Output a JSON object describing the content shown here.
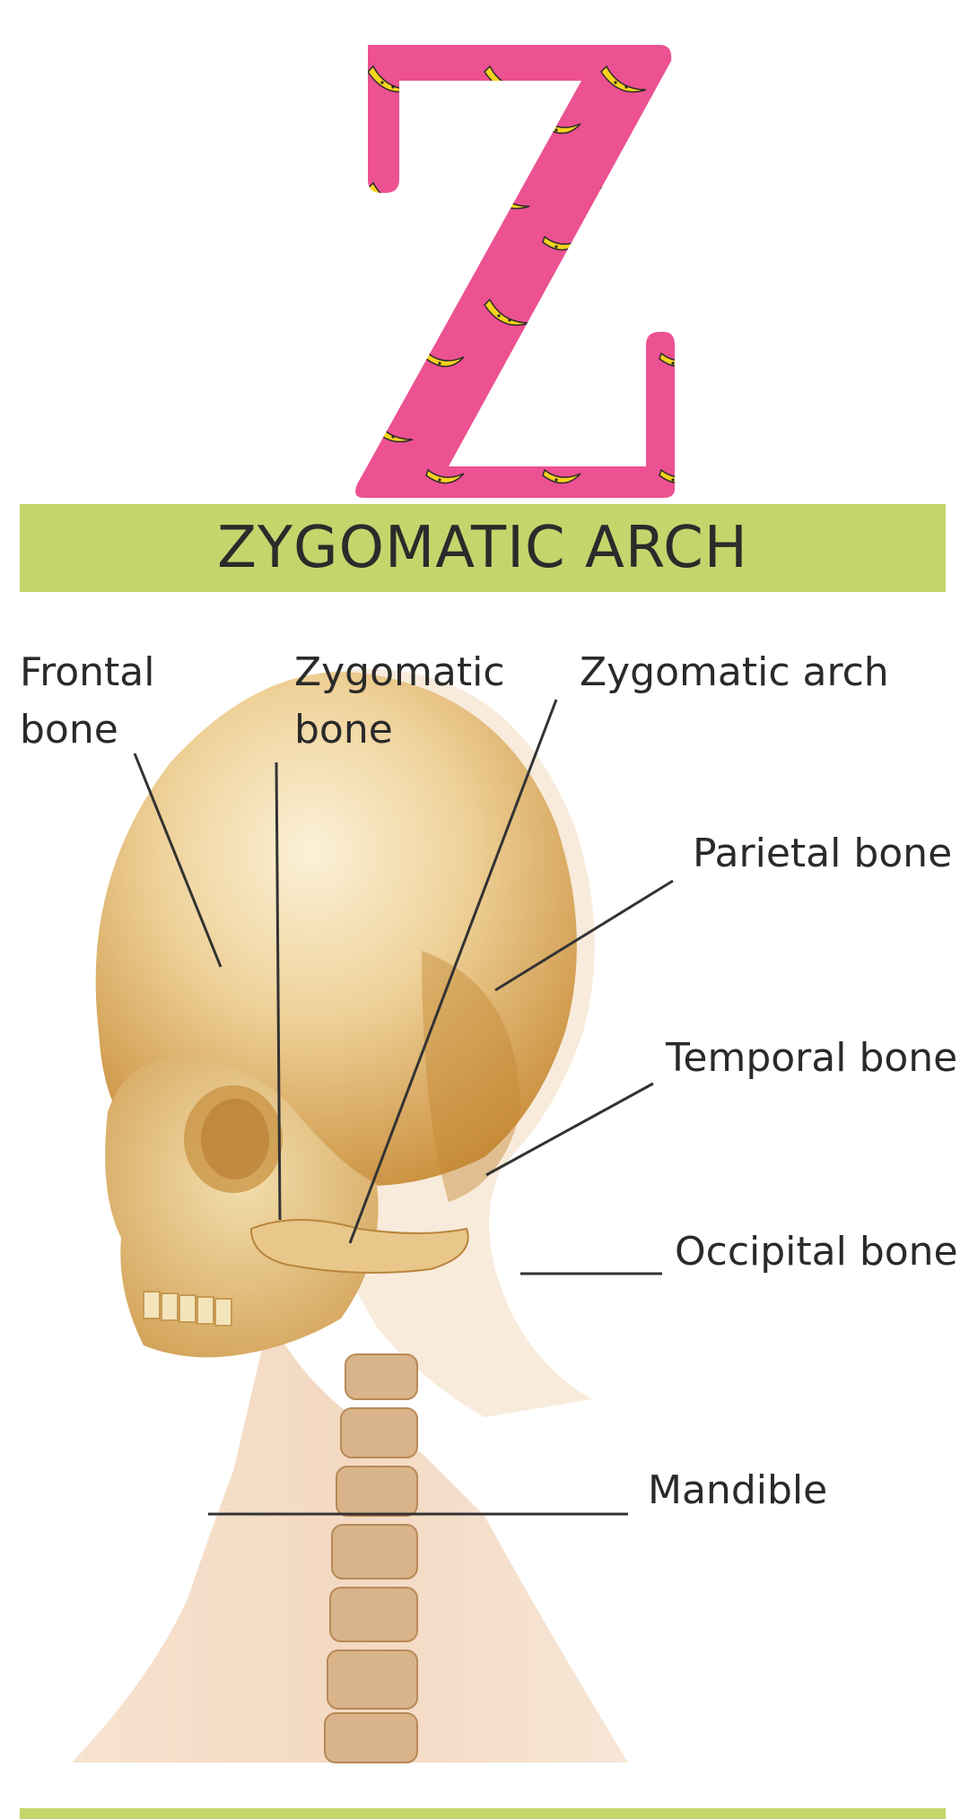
{
  "letter": "Z",
  "title": "ZYGOMATIC ARCH",
  "colors": {
    "letter_pink": "#EC5191",
    "banana_yellow": "#F6D21E",
    "title_bar_green": "#C3D66C",
    "skull_tone": "#D9A85A",
    "line_color": "#333333"
  },
  "labels": {
    "frontal": {
      "line1": "Frontal",
      "line2": "bone"
    },
    "zygomatic_bone": {
      "line1": "Zygomatic",
      "line2": "bone"
    },
    "zygomatic_arch": "Zygomatic arch",
    "parietal": "Parietal bone",
    "temporal": "Temporal bone",
    "occipital": "Occipital bone",
    "mandible": "Mandible"
  }
}
